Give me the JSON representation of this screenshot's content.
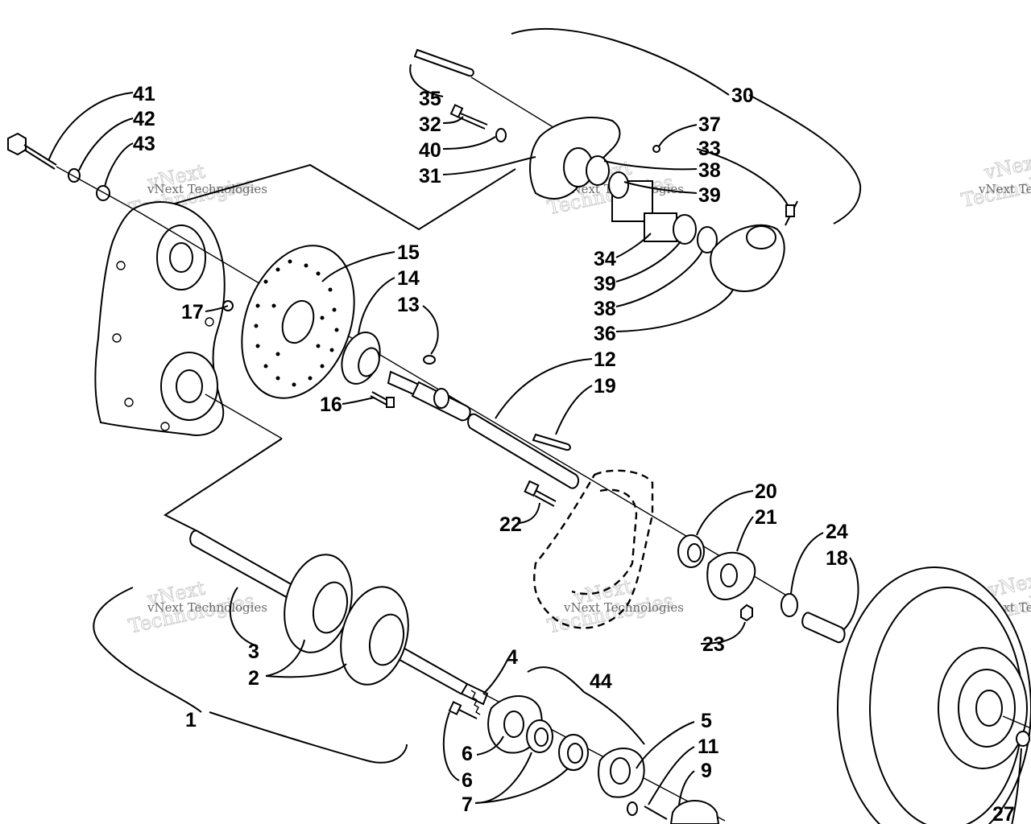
{
  "labels": [
    {
      "id": "41",
      "text": "41"
    },
    {
      "id": "42",
      "text": "42"
    },
    {
      "id": "43",
      "text": "43"
    },
    {
      "id": "35",
      "text": "35"
    },
    {
      "id": "32",
      "text": "32"
    },
    {
      "id": "40",
      "text": "40"
    },
    {
      "id": "31",
      "text": "31"
    },
    {
      "id": "30",
      "text": "30"
    },
    {
      "id": "37",
      "text": "37"
    },
    {
      "id": "33",
      "text": "33"
    },
    {
      "id": "38a",
      "text": "38"
    },
    {
      "id": "39a",
      "text": "39"
    },
    {
      "id": "34",
      "text": "34"
    },
    {
      "id": "39b",
      "text": "39"
    },
    {
      "id": "38b",
      "text": "38"
    },
    {
      "id": "36",
      "text": "36"
    },
    {
      "id": "15",
      "text": "15"
    },
    {
      "id": "14",
      "text": "14"
    },
    {
      "id": "13",
      "text": "13"
    },
    {
      "id": "17",
      "text": "17"
    },
    {
      "id": "16",
      "text": "16"
    },
    {
      "id": "12",
      "text": "12"
    },
    {
      "id": "19",
      "text": "19"
    },
    {
      "id": "20",
      "text": "20"
    },
    {
      "id": "21",
      "text": "21"
    },
    {
      "id": "22",
      "text": "22"
    },
    {
      "id": "24",
      "text": "24"
    },
    {
      "id": "18",
      "text": "18"
    },
    {
      "id": "23",
      "text": "23"
    },
    {
      "id": "3",
      "text": "3"
    },
    {
      "id": "2",
      "text": "2"
    },
    {
      "id": "1",
      "text": "1"
    },
    {
      "id": "4",
      "text": "4"
    },
    {
      "id": "44",
      "text": "44"
    },
    {
      "id": "6a",
      "text": "6"
    },
    {
      "id": "6b",
      "text": "6"
    },
    {
      "id": "7",
      "text": "7"
    },
    {
      "id": "5",
      "text": "5"
    },
    {
      "id": "11",
      "text": "11"
    },
    {
      "id": "9",
      "text": "9"
    },
    {
      "id": "27",
      "text": "27"
    }
  ],
  "watermarks": [
    {
      "id": "wm1",
      "big": "vNext\nTechnologies",
      "small": "vNext Technologies"
    },
    {
      "id": "wm2",
      "big": "vNext\nTechnologies",
      "small": "vNext Technologies"
    },
    {
      "id": "wm3",
      "big": "vNext\nTechnologies",
      "small": "vNext Technologies"
    },
    {
      "id": "wm4",
      "big": "vNext\nTechnologies",
      "small": "vNext Technologies"
    },
    {
      "id": "wm5",
      "big": "vNext\nTechnologies",
      "small": "vNext Technologies"
    },
    {
      "id": "wm6",
      "big": "vNext\nTechnologies",
      "small": "vNext Technologies"
    }
  ]
}
